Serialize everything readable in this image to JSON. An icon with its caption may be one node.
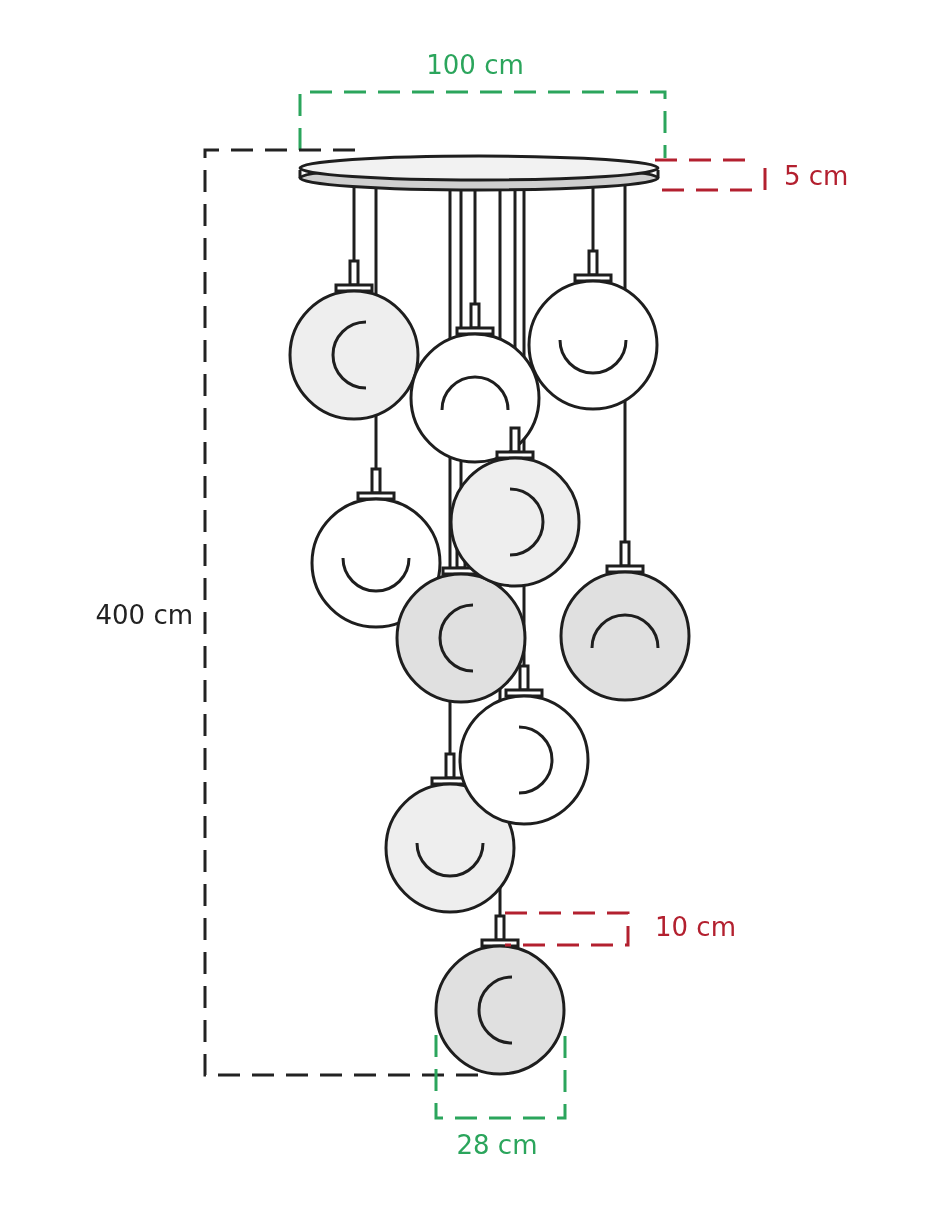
{
  "diagram": {
    "labels": [
      "100 cm",
      "5 cm",
      "400 cm",
      "10 cm",
      "28 cm"
    ]
  }
}
